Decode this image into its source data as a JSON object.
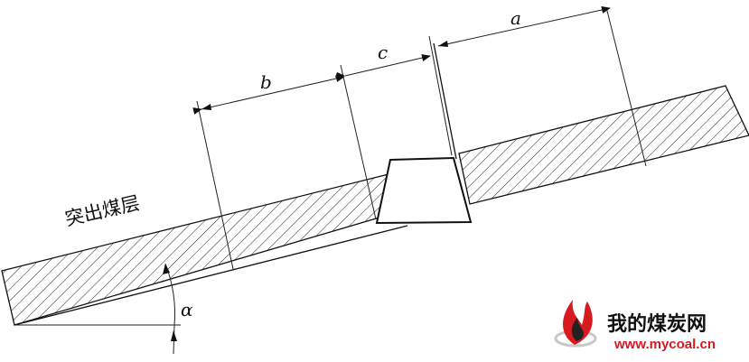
{
  "labels": {
    "a": "a",
    "b": "b",
    "c": "c",
    "alpha": "α",
    "seam": "突出煤层"
  },
  "watermark": {
    "name": "我的煤炭网",
    "url": "www.mycoal.cn",
    "accent_color": "#d71920",
    "icon": "flame-logo-icon"
  }
}
